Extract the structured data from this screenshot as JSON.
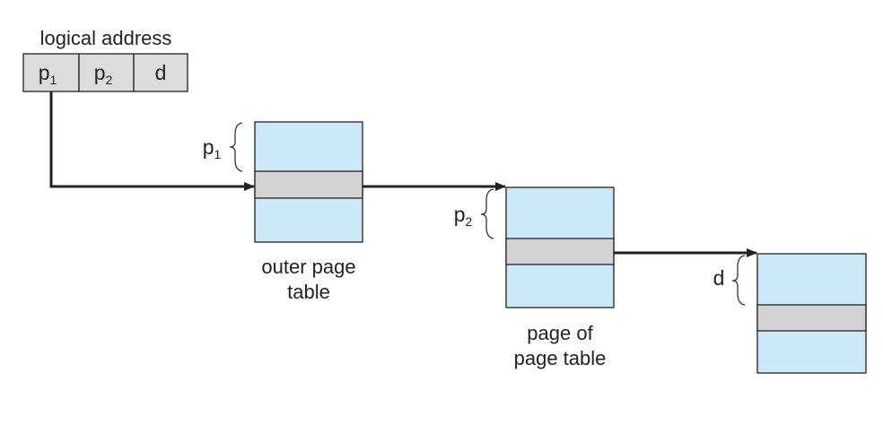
{
  "logical_address": {
    "title": "logical address",
    "fields": [
      {
        "base": "p",
        "sub": "1"
      },
      {
        "base": "p",
        "sub": "2"
      },
      {
        "base": "d",
        "sub": ""
      }
    ]
  },
  "tables": [
    {
      "index": {
        "base": "p",
        "sub": "1"
      },
      "caption_lines": [
        "outer page",
        "table"
      ]
    },
    {
      "index": {
        "base": "p",
        "sub": "2"
      },
      "caption_lines": [
        "page of",
        "page table"
      ]
    },
    {
      "index": {
        "base": "d",
        "sub": ""
      },
      "caption_lines": []
    }
  ],
  "colors": {
    "field": "#dcdcdc",
    "table": "#cce9fa",
    "entry": "#d3d3d3",
    "line": "#222222"
  }
}
